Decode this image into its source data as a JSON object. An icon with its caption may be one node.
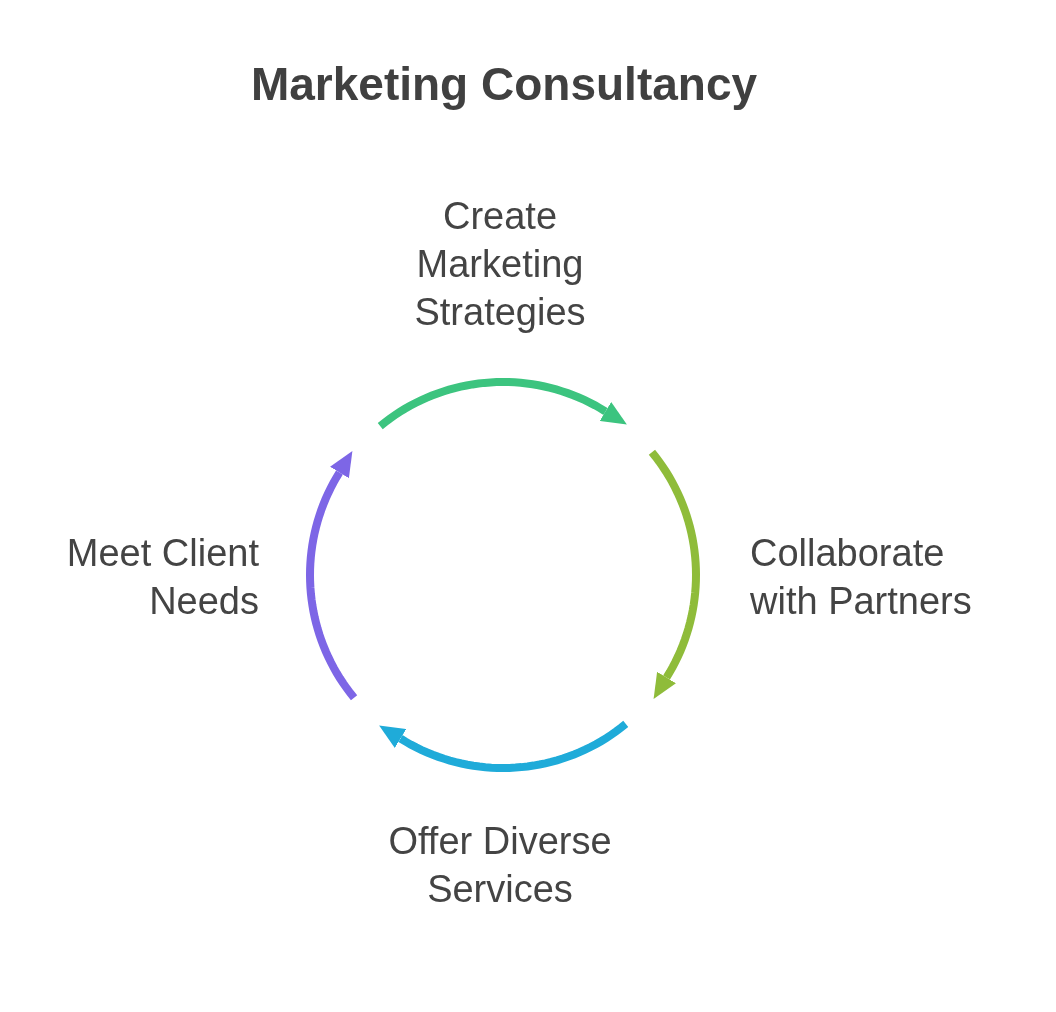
{
  "diagram": {
    "title": "Marketing Consultancy",
    "nodes": [
      {
        "text": [
          "Create Marketing Strategies"
        ]
      },
      {
        "text": [
          "Collaborate with Partners"
        ]
      },
      {
        "text": [
          "Offer Diverse Services"
        ]
      },
      {
        "text": [
          "Meet Client Needs"
        ]
      }
    ]
  }
}
